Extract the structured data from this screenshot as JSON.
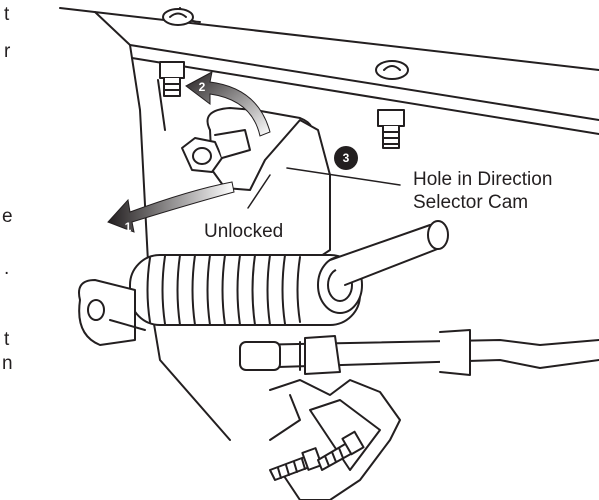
{
  "callouts": {
    "step1": "1",
    "step2": "2",
    "step3": "3"
  },
  "labels": {
    "unlocked": "Unlocked",
    "hole_line1": "Hole in Direction",
    "hole_line2": "Selector Cam"
  },
  "left_margin_fragments": [
    "t",
    "r",
    "e",
    ".",
    "t",
    "n"
  ],
  "colors": {
    "ink": "#231f20",
    "shade": "#bfbfbf",
    "paper": "#ffffff"
  }
}
